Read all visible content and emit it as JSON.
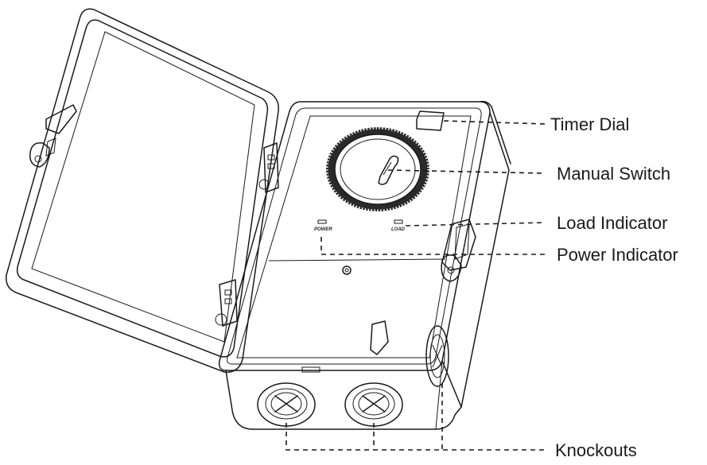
{
  "labels": {
    "timer_dial": "Timer Dial",
    "manual_switch": "Manual Switch",
    "load_indicator": "Load Indicator",
    "power_indicator": "Power Indicator",
    "knockouts": "Knockouts"
  },
  "panel_marks": {
    "power": "POWER",
    "load": "LOAD"
  }
}
